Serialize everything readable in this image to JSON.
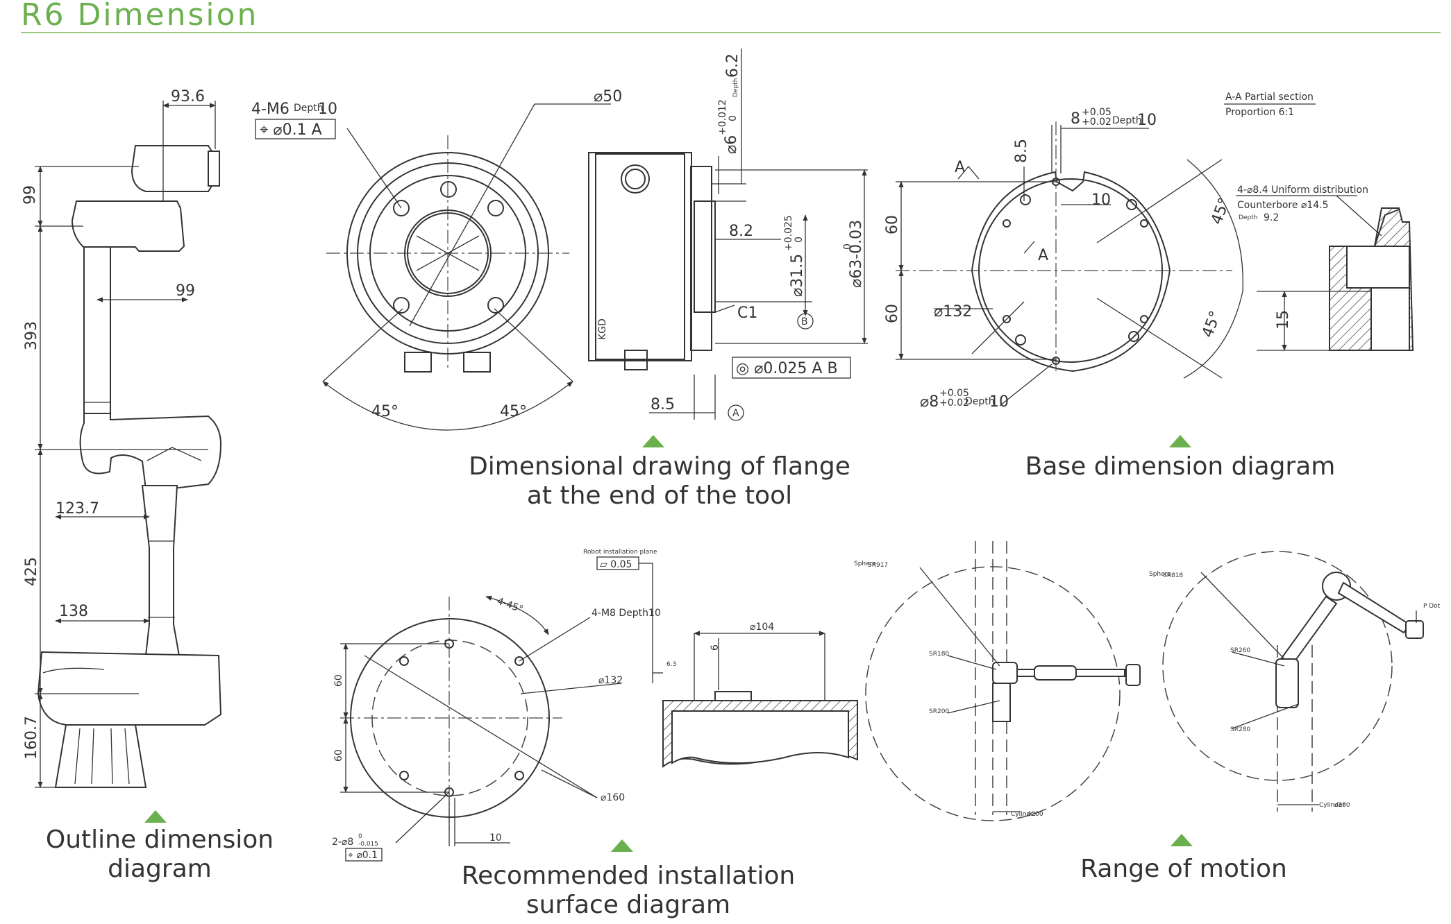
{
  "header": {
    "title": "R6 Dimension"
  },
  "captions": {
    "outline": "Outline dimension diagram",
    "flange_l1": "Dimensional drawing of flange",
    "flange_l2": "at the end of the tool",
    "base": "Base dimension diagram",
    "install_l1": "Recommended installation",
    "install_l2": "surface diagram",
    "motion": "Range of motion"
  },
  "outline_dims": {
    "d93_6": "93.6",
    "d99_top": "99",
    "d99_mid": "99",
    "d393": "393",
    "d123_7": "123.7",
    "d425": "425",
    "d138": "138",
    "d160_7": "160.7"
  },
  "flange_dims": {
    "thread": "4-M6",
    "thread_depth_word": "Depth",
    "thread_depth": "10",
    "tol_frame": "⌖ ⌀0.1 A",
    "d50": "⌀50",
    "ang1": "45°",
    "ang2": "45°",
    "d6": "⌀6",
    "d6_tol": "+0.012",
    "d6_tol2": "0",
    "depth6_word": "Depth",
    "depth6": "6.2",
    "d8_2": "8.2",
    "d31_5": "⌀31.5",
    "d31_5_tol": "+0.025",
    "d31_5_tol2": "0",
    "d63": "⌀63-0.03",
    "d63_tol": "0",
    "c1": "C1",
    "datum_b": "B",
    "conc_frame": "◎ ⌀0.025 A B",
    "d8_5": "8.5",
    "datum_a": "A"
  },
  "base_dims": {
    "d8_top": "8",
    "d8_top_tol": "+0.05",
    "d8_top_tol2": "+0.02",
    "d8_top_depth_word": "Depth",
    "d8_top_depth": "10",
    "d8_5": "8.5",
    "d10": "10",
    "section_a1": "A",
    "section_a2": "A",
    "d60_top": "60",
    "d60_bot": "60",
    "d132": "⌀132",
    "ang45a": "45°",
    "ang45b": "45°",
    "d8_bot": "⌀8",
    "d8_bot_tol": "+0.05",
    "d8_bot_tol2": "+0.02",
    "d8_bot_depth_word": "Depth",
    "d8_bot_depth": "10",
    "section_title": "A-A Partial section",
    "section_scale": "Proportion 6:1",
    "holes": "4-⌀8.4 Uniform distribution",
    "counterbore": "Counterbore ⌀14.5",
    "cb_depth_word": "Depth",
    "cb_depth": "9.2",
    "d15": "15"
  },
  "install_dims": {
    "plane_label": "Robot installation plane",
    "flat_frame": "▱ 0.05",
    "ang": "4-45°",
    "m8": "4-M8 Depth10",
    "d132": "⌀132",
    "d160": "⌀160",
    "d60a": "60",
    "d60b": "60",
    "pin": "2-⌀8",
    "pin_tol": "0",
    "pin_tol2": "-0.015",
    "pos_frame": "⌖ ⌀0.1",
    "d10": "10",
    "d104": "⌀104",
    "d6": "6",
    "d6_3": "6.3"
  },
  "motion_dims": {
    "sr917": "SR917",
    "sr180": "SR180",
    "sr200": "SR200",
    "d200": "⌀200",
    "sr818": "SR818",
    "sr260": "SR260",
    "sr280": "SR280",
    "pdot": "P Dot",
    "d380": "⌀380",
    "sphere_word": "Sphere",
    "cyl_word": "Cylinder"
  },
  "colors": {
    "accent": "#6ab04c",
    "rule": "#9cc98a",
    "ink": "#333333"
  }
}
